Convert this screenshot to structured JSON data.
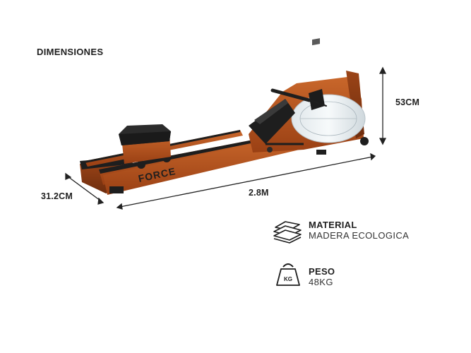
{
  "heading": "DIMENSIONES",
  "brand_logo": "FORCE",
  "dimensions": {
    "height": "53CM",
    "width": "31.2CM",
    "length": "2.8M"
  },
  "specs": {
    "material": {
      "title": "MATERIAL",
      "value": "MADERA ECOLOGICA",
      "icon": "stacked-layers-icon"
    },
    "weight": {
      "title": "PESO",
      "value": "48KG",
      "icon": "kettlebell-weight-icon",
      "icon_text": "KG"
    }
  },
  "colors": {
    "wood": "#b4501c",
    "wood_dark": "#7a3412",
    "black": "#1e1e1e",
    "text": "#1f1f1f"
  }
}
